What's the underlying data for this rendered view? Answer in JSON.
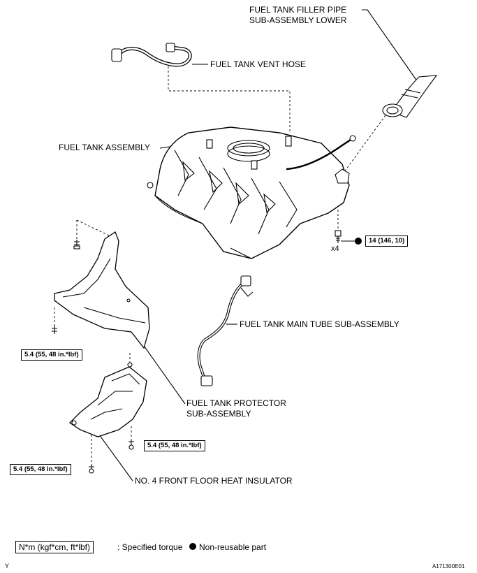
{
  "labels": {
    "filler_pipe_line1": "FUEL TANK FILLER PIPE",
    "filler_pipe_line2": "SUB-ASSEMBLY LOWER",
    "vent_hose": "FUEL TANK VENT HOSE",
    "tank_assembly": "FUEL TANK ASSEMBLY",
    "main_tube": "FUEL TANK MAIN TUBE SUB-ASSEMBLY",
    "protector_line1": "FUEL TANK PROTECTOR",
    "protector_line2": "SUB-ASSEMBLY",
    "heat_insulator": "NO. 4 FRONT FLOOR HEAT INSULATOR"
  },
  "torques": {
    "tank_bolts": "14 (146, 10)",
    "tank_bolts_count": "x4",
    "protector": "5.4 (55, 48 in.*lbf)",
    "insulator_right": "5.4 (55, 48 in.*lbf)",
    "insulator_left": "5.4 (55, 48 in.*lbf)"
  },
  "legend": {
    "torque_unit": "N*m (kgf*cm, ft*lbf)",
    "torque_desc": ": Specified torque",
    "nonreusable_desc": "Non-reusable part"
  },
  "corner": {
    "left": "Y",
    "right": "A171300E01"
  }
}
